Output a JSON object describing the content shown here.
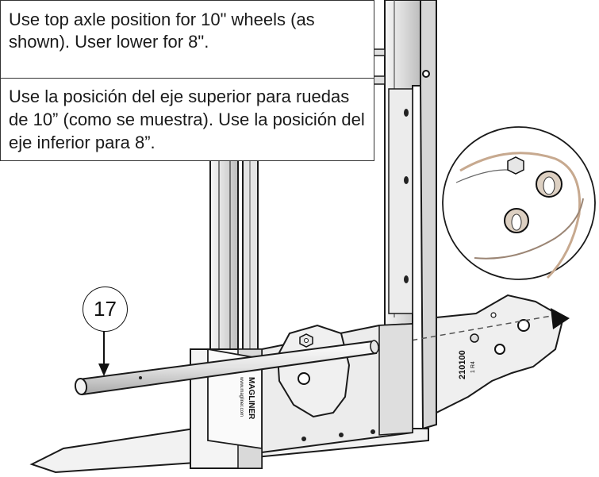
{
  "note": {
    "english": "Use top axle position for 10\" wheels (as shown).  User lower for 8\".",
    "spanish": "Use la posición del eje superior para ruedas de 10” (como se muestra).  Use la posición del eje inferior para 8”."
  },
  "callout_number": "17",
  "plate_markings": {
    "brand": "MAGLINER",
    "website": "www.magliner.com",
    "part_code": "210100",
    "sub_code": "1 R4"
  },
  "colors": {
    "line": "#1a1a1a",
    "metal_light": "#e9e9e9",
    "metal_mid": "#d0d0d0",
    "metal_dark": "#9a9a9a",
    "zoom_tint": "#c7a98f"
  },
  "icons": [
    "arrow-down-icon",
    "arrow-right-icon",
    "axle-hole-icon",
    "nut-icon"
  ]
}
